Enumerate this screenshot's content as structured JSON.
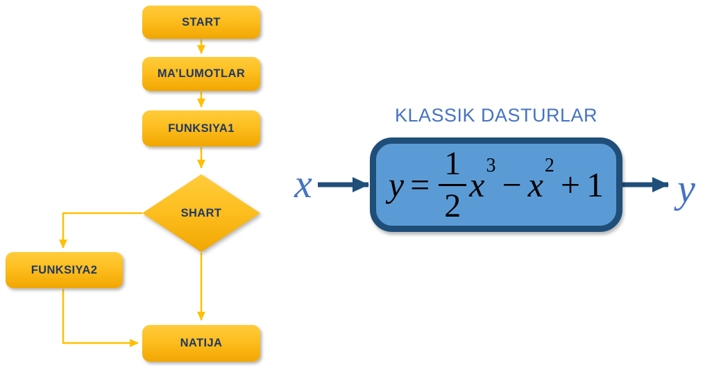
{
  "colors": {
    "background": "#FFFFFF",
    "node_fill_top": "#FFCC3B",
    "node_fill_bottom": "#F1A600",
    "node_text": "#1F3864",
    "flow_connector": "#FFC000",
    "classic_box_fill": "#5B9BD5",
    "classic_box_border": "#1F4E79",
    "io_arrow": "#1F4E79",
    "accent_blue_text": "#4472C4",
    "formula_text": "#000000"
  },
  "flowchart": {
    "nodes": [
      {
        "id": "start",
        "shape": "rounded-rect",
        "label": "START"
      },
      {
        "id": "malumotlar",
        "shape": "rounded-rect",
        "label": "MA’LUMOTLAR"
      },
      {
        "id": "funksiya1",
        "shape": "rounded-rect",
        "label": "FUNKSIYA1"
      },
      {
        "id": "shart",
        "shape": "diamond",
        "label": "SHART"
      },
      {
        "id": "funksiya2",
        "shape": "rounded-rect",
        "label": "FUNKSIYA2"
      },
      {
        "id": "natija",
        "shape": "rounded-rect",
        "label": "NATIJA"
      }
    ],
    "edges": [
      {
        "from": "start",
        "to": "malumotlar"
      },
      {
        "from": "malumotlar",
        "to": "funksiya1"
      },
      {
        "from": "funksiya1",
        "to": "shart"
      },
      {
        "from": "shart",
        "to": "funksiya2"
      },
      {
        "from": "funksiya2",
        "to": "natija"
      },
      {
        "from": "shart",
        "to": "natija"
      }
    ]
  },
  "classic": {
    "title": "KLASSIK DASTURLAR",
    "input_label": "x",
    "output_label": "y",
    "formula": {
      "lhs": "y",
      "equals": "=",
      "fraction": {
        "numerator": "1",
        "denominator": "2"
      },
      "term1": {
        "base": "x",
        "exponent": "3"
      },
      "operator1": "−",
      "term2": {
        "base": "x",
        "exponent": "2"
      },
      "operator2": "+",
      "constant": "1"
    }
  }
}
